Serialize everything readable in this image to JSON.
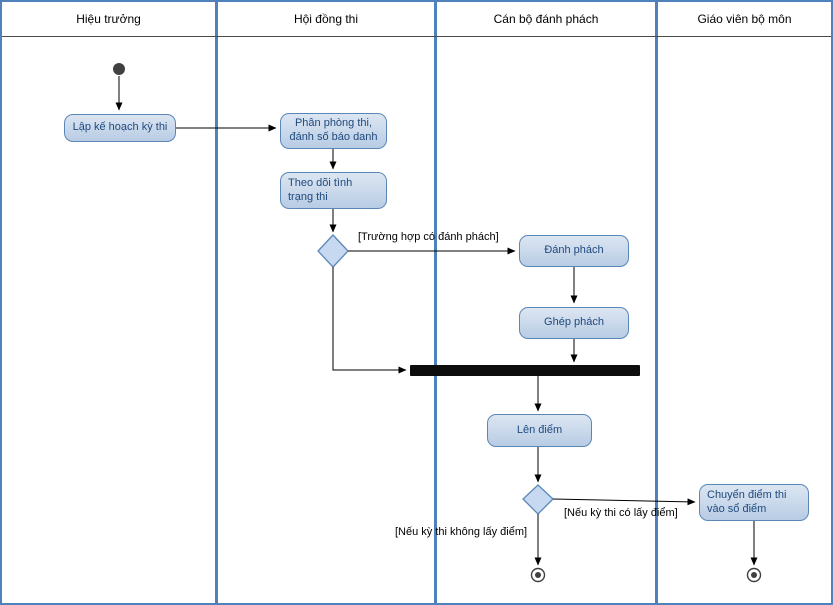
{
  "diagram": {
    "lanes": [
      {
        "title": "Hiệu trưởng"
      },
      {
        "title": "Hội đồng thi"
      },
      {
        "title": "Cán bộ đánh phách"
      },
      {
        "title": "Giáo viên bộ môn"
      }
    ],
    "nodes": {
      "plan": "Lập kế hoạch kỳ thi",
      "assign": "Phân phòng thi, đánh số báo danh",
      "monitor": "Theo dõi tình trạng thi",
      "mark_codes": "Đánh phách",
      "match_codes": "Ghép phách",
      "enter_scores": "Lên điểm",
      "transfer_scores": "Chuyển điểm thi vào sổ điểm"
    },
    "guards": {
      "has_codes": "[Trường hợp có đánh phách]",
      "no_scores": "[Nếu kỳ thi không lấy điểm]",
      "has_scores": "[Nếu kỳ thi có lấy điểm]"
    },
    "colors": {
      "lane_border": "#4f81bd",
      "node_fill": "#b8cce4",
      "node_border": "#5b87b8",
      "node_text": "#1f497d",
      "connector": "#000000",
      "sync_bar": "#0d0d0d"
    }
  }
}
